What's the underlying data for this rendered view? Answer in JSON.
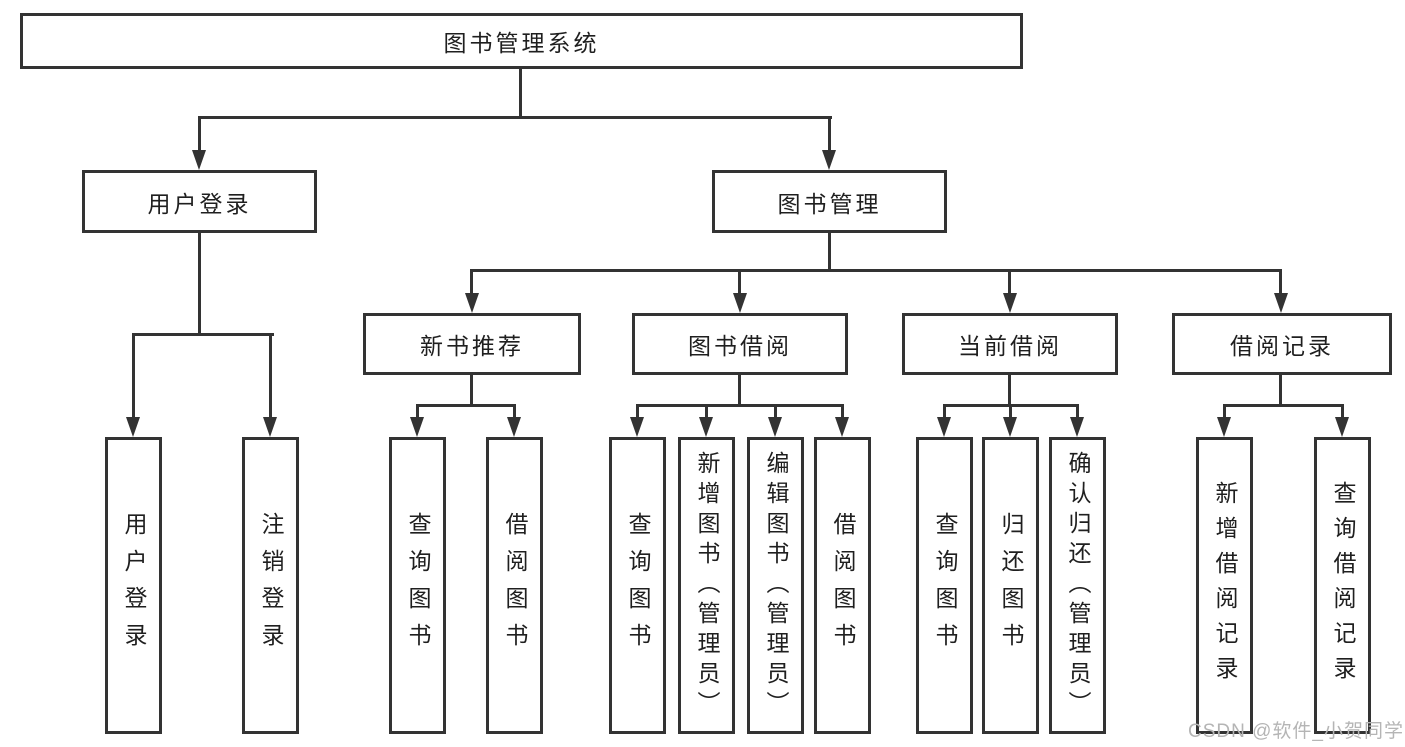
{
  "diagram_title": "图书管理系统",
  "nodes": {
    "root": {
      "label": "图书管理系统"
    },
    "user_login": {
      "label": "用户登录"
    },
    "book_mgmt": {
      "label": "图书管理"
    },
    "new_book_rec": {
      "label": "新书推荐"
    },
    "book_borrow": {
      "label": "图书借阅"
    },
    "current_borrow": {
      "label": "当前借阅"
    },
    "borrow_records": {
      "label": "借阅记录"
    },
    "leaf_user_login": {
      "label": "用户登录"
    },
    "leaf_logout": {
      "label": "注销登录"
    },
    "leaf_nbr_query": {
      "label": "查询图书"
    },
    "leaf_nbr_borrow": {
      "label": "借阅图书"
    },
    "leaf_bb_query": {
      "label": "查询图书"
    },
    "leaf_bb_add": {
      "label": "新增图书（管理员）"
    },
    "leaf_bb_edit": {
      "label": "编辑图书（管理员）"
    },
    "leaf_bb_borrow": {
      "label": "借阅图书"
    },
    "leaf_cb_query": {
      "label": "查询图书"
    },
    "leaf_cb_return": {
      "label": "归还图书"
    },
    "leaf_cb_confirm": {
      "label": "确认归还（管理员）"
    },
    "leaf_br_add": {
      "label": "新增借阅记录"
    },
    "leaf_br_query": {
      "label": "查询借阅记录"
    }
  },
  "hierarchy": {
    "root": "图书管理系统",
    "children": [
      {
        "label": "用户登录",
        "children": [
          "用户登录",
          "注销登录"
        ]
      },
      {
        "label": "图书管理",
        "children": [
          {
            "label": "新书推荐",
            "children": [
              "查询图书",
              "借阅图书"
            ]
          },
          {
            "label": "图书借阅",
            "children": [
              "查询图书",
              "新增图书（管理员）",
              "编辑图书（管理员）",
              "借阅图书"
            ]
          },
          {
            "label": "当前借阅",
            "children": [
              "查询图书",
              "归还图书",
              "确认归还（管理员）"
            ]
          },
          {
            "label": "借阅记录",
            "children": [
              "新增借阅记录",
              "查询借阅记录"
            ]
          }
        ]
      }
    ]
  },
  "watermark": {
    "text": "CSDN @软件_小贺同学"
  },
  "colors": {
    "line": "#333333",
    "text": "#1f1f1f",
    "background": "#ffffff",
    "watermark": "#b5b5b5"
  }
}
